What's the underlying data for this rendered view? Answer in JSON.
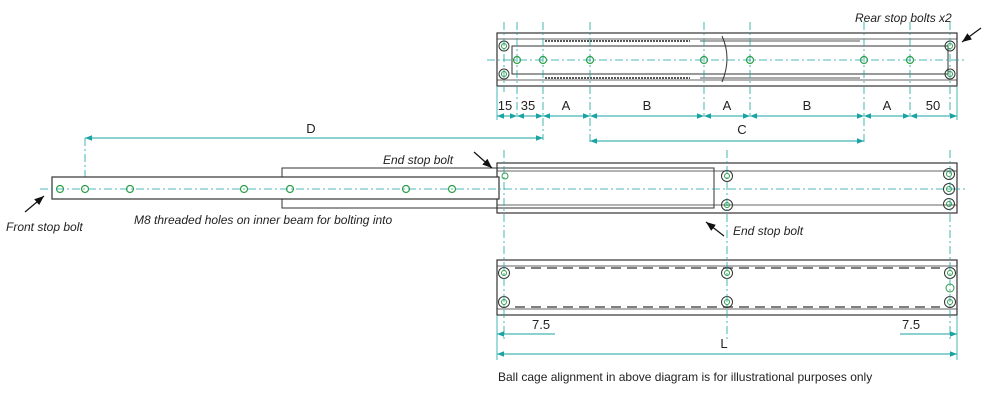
{
  "labels": {
    "rear_stop_bolts": "Rear stop bolts x2",
    "end_stop_bolt_top": "End stop bolt",
    "end_stop_bolt_bottom": "End stop bolt",
    "front_stop_bolt": "Front stop bolt",
    "m8_holes": "M8 threaded holes on inner beam for bolting into",
    "caption": "Ball cage alignment in above diagram is for illustrational purposes only"
  },
  "dimensions": {
    "d15": "15",
    "d35": "35",
    "a1": "A",
    "b1": "B",
    "a2": "A",
    "b2": "B",
    "a3": "A",
    "d50": "50",
    "d": "D",
    "c": "C",
    "l": "L",
    "d75_left": "7.5",
    "d75_right": "7.5"
  },
  "colors": {
    "outline": "#333333",
    "dimension": "#19a3a3",
    "hole": "#2f9e44"
  }
}
